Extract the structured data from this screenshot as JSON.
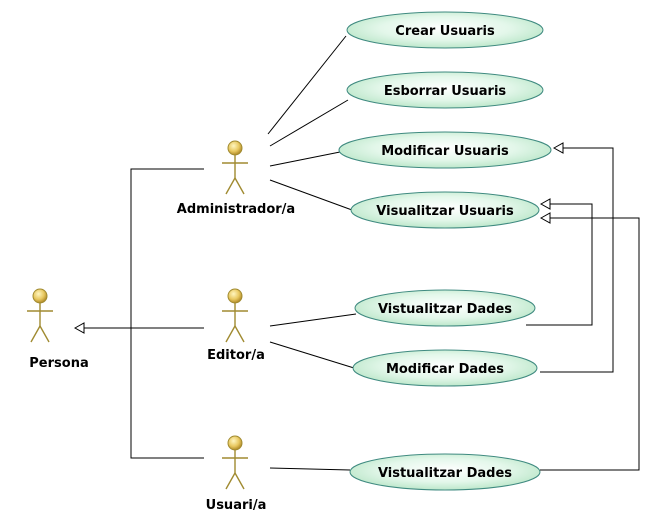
{
  "colors": {
    "usecase_fill_light": "#ffffff",
    "usecase_fill_dark": "#c6ecd2",
    "usecase_stroke": "#3f8a80",
    "actor_stroke": "#a08a30",
    "actor_head_light": "#fff6c0",
    "actor_head_dark": "#c9a540",
    "line": "#000000"
  },
  "actors": {
    "administrador": {
      "label": "Administrador/a",
      "icon": "stick-figure"
    },
    "editor": {
      "label": "Editor/a",
      "icon": "stick-figure"
    },
    "usuari": {
      "label": "Usuari/a",
      "icon": "stick-figure"
    },
    "persona": {
      "label": "Persona",
      "icon": "stick-figure"
    }
  },
  "usecases": {
    "crear_usuaris": "Crear Usuaris",
    "esborrar_usuaris": "Esborrar Usuaris",
    "modificar_usuaris": "Modificar Usuaris",
    "visualitzar_usuaris": "Visualitzar Usuaris",
    "vistualitzar_dades_editor": "Vistualitzar Dades",
    "modificar_dades": "Modificar Dades",
    "vistualitzar_dades_usuari": "Vistualitzar Dades"
  }
}
